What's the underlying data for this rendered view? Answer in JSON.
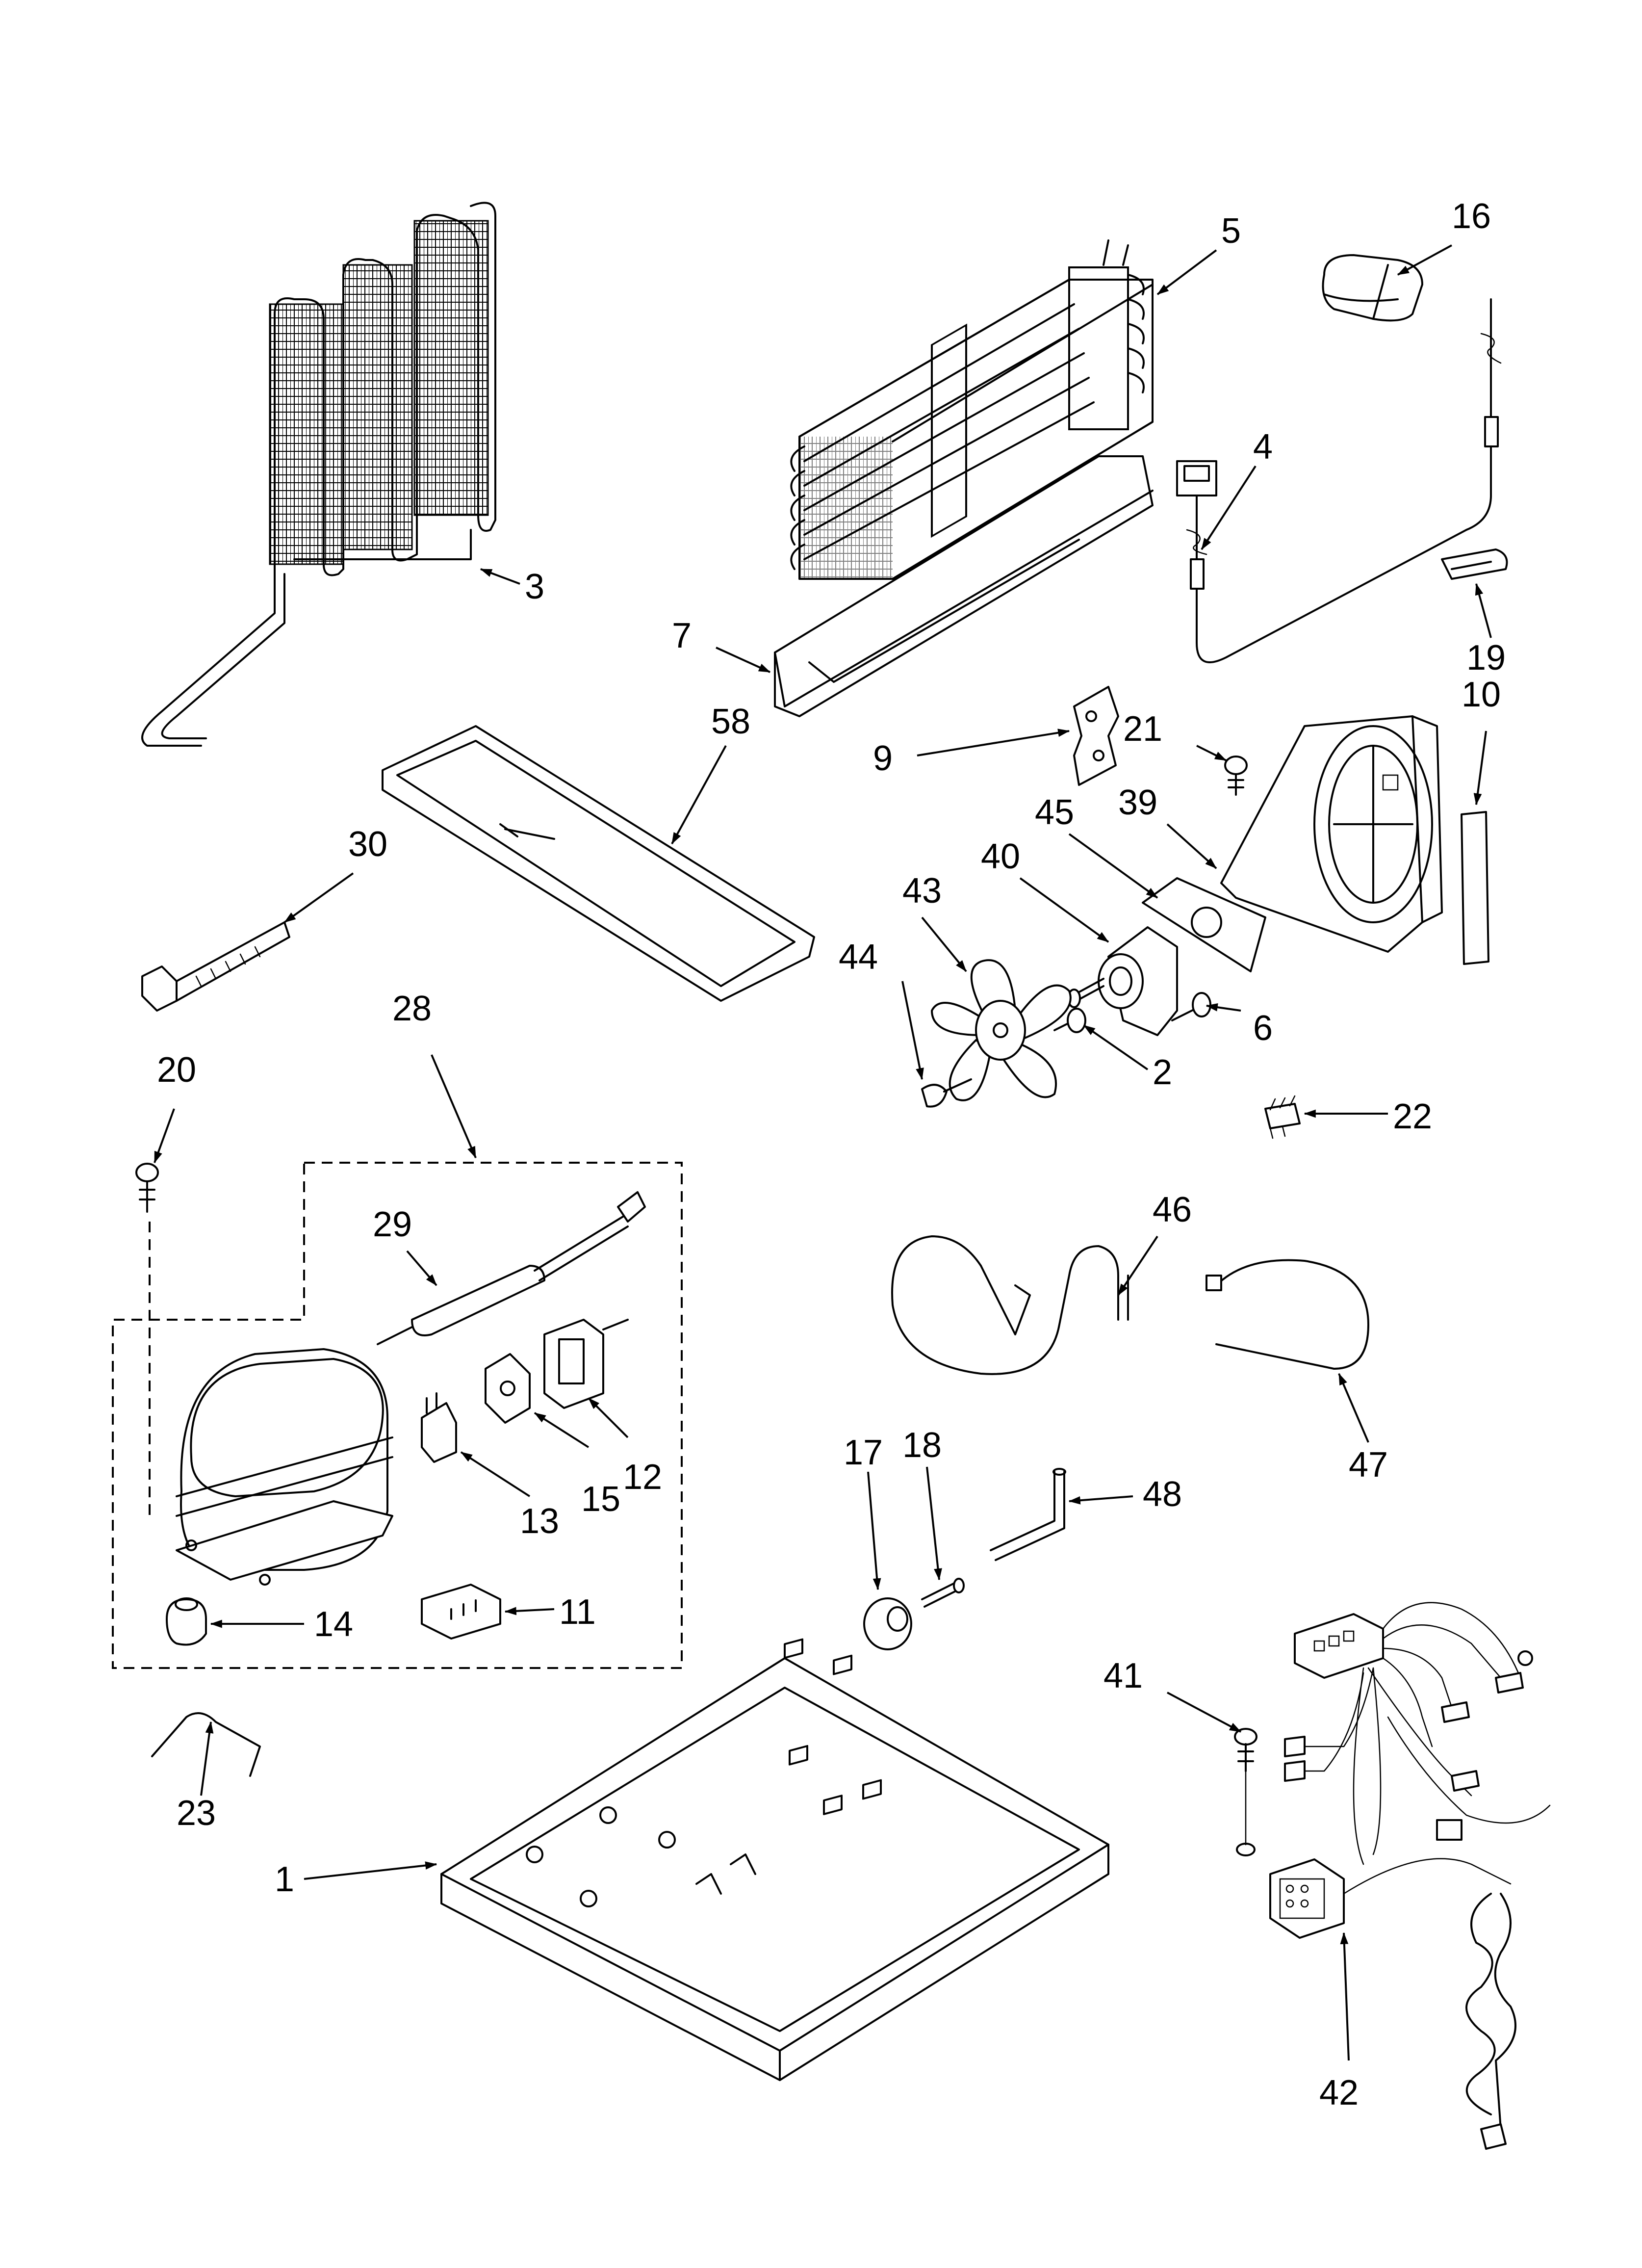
{
  "callouts": {
    "c1": "1",
    "c2": "2",
    "c3": "3",
    "c4": "4",
    "c5": "5",
    "c6": "6",
    "c7": "7",
    "c9": "9",
    "c10": "10",
    "c11": "11",
    "c12": "12",
    "c13": "13",
    "c14": "14",
    "c15": "15",
    "c16": "16",
    "c17": "17",
    "c18": "18",
    "c19": "19",
    "c20": "20",
    "c21": "21",
    "c22": "22",
    "c23": "23",
    "c28": "28",
    "c29": "29",
    "c30": "30",
    "c39": "39",
    "c40": "40",
    "c41": "41",
    "c42": "42",
    "c43": "43",
    "c44": "44",
    "c45": "45",
    "c46": "46",
    "c47": "47",
    "c48": "48",
    "c58": "58"
  },
  "icons": {
    "arrowhead": "filled-triangle-arrow"
  },
  "colors": {
    "line": "#000000",
    "background": "#ffffff"
  }
}
